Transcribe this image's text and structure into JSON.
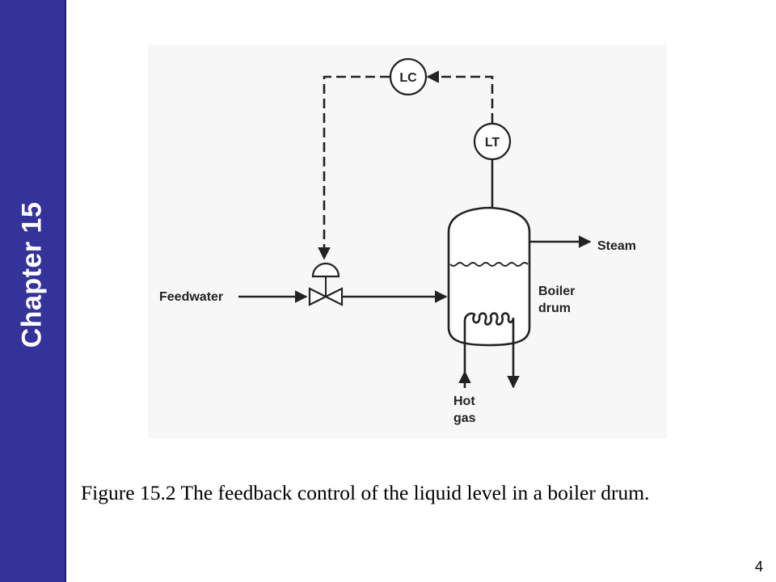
{
  "slide": {
    "chapter_label": "Chapter 15",
    "page_number": "4",
    "caption": "Figure 15.2 The feedback control of the liquid level in a boiler drum."
  },
  "diagram": {
    "instruments": {
      "controller": "LC",
      "transmitter": "LT"
    },
    "labels": {
      "inlet": "Feedwater",
      "outlet": "Steam",
      "vessel_line1": "Boiler",
      "vessel_line2": "drum",
      "heating_line1": "Hot",
      "heating_line2": "gas"
    }
  },
  "colors": {
    "sidebar": "#333399",
    "figure_background": "#f7f7f7",
    "line": "#222222"
  }
}
